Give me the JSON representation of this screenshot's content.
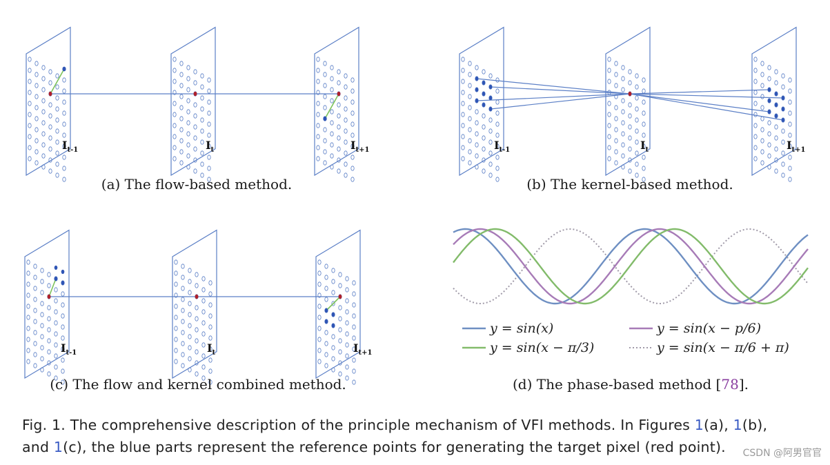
{
  "panels": [
    {
      "id": "a",
      "caption": "(a) The flow-based method."
    },
    {
      "id": "b",
      "caption": "(b) The kernel-based method."
    },
    {
      "id": "c",
      "caption": "(c) The flow and kernel combined method."
    },
    {
      "id": "d",
      "caption_before": "(d) The phase-based method [",
      "caption_ref": "78",
      "caption_after": "]."
    }
  ],
  "frame_labels": {
    "prev": {
      "base": "I",
      "sub": "t-1"
    },
    "curr": {
      "base": "I",
      "sub": "t"
    },
    "next": {
      "base": "I",
      "sub": "t+1"
    }
  },
  "phase_legend": [
    {
      "expr": "y = sin(x)",
      "color": "#6e8fc2",
      "dash": false
    },
    {
      "expr": "y = sin(x − p/6)",
      "color": "#a77bb7",
      "dash": false
    },
    {
      "expr": "y = sin(x − π/3)",
      "color": "#82bb6a",
      "dash": false
    },
    {
      "expr": "y = sin(x − π/6 + π)",
      "color": "#a09aa8",
      "dash": true
    }
  ],
  "colors": {
    "grid": "#5b7fc6",
    "blue_point": "#2f55b5",
    "red_point": "#b0202a",
    "link_line": "#5b7fc6",
    "flow_line": "#7cc25a",
    "ref_link": "#3b5cc4"
  },
  "figure_caption": {
    "line1_before": "Fig. 1. The comprehensive description of the principle mechanism of VFI methods. In Figures ",
    "ref1": "1",
    "line1_mid1": "(a), ",
    "ref2": "1",
    "line1_mid2": "(b),",
    "line2_before": "and ",
    "ref3": "1",
    "line2_after": "(c), the blue parts represent the reference points for generating the target pixel (red point)."
  },
  "watermark": "CSDN @阿男官官"
}
